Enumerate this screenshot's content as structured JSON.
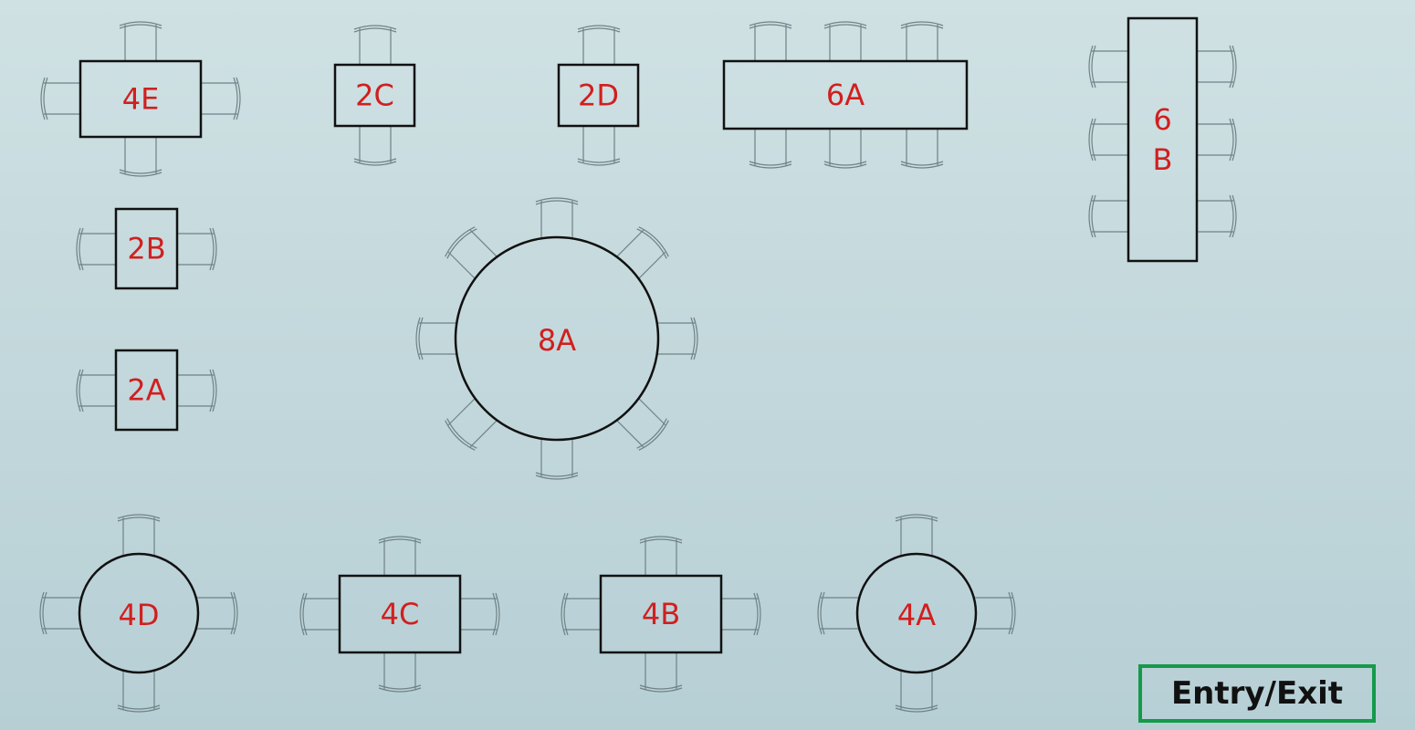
{
  "colors": {
    "table_outline": "#111111",
    "label": "#d11f1f",
    "chair": "#6f8286",
    "entry_border": "#169a4a"
  },
  "tables": [
    {
      "id": "4E",
      "label": "4E",
      "shape": "rect",
      "seats": 4
    },
    {
      "id": "2C",
      "label": "2C",
      "shape": "rect",
      "seats": 2
    },
    {
      "id": "2D",
      "label": "2D",
      "shape": "rect",
      "seats": 2
    },
    {
      "id": "6A",
      "label": "6A",
      "shape": "rect",
      "seats": 6
    },
    {
      "id": "6B",
      "label": "6\nB",
      "shape": "rect",
      "seats": 6
    },
    {
      "id": "2B",
      "label": "2B",
      "shape": "rect",
      "seats": 2
    },
    {
      "id": "2A",
      "label": "2A",
      "shape": "rect",
      "seats": 2
    },
    {
      "id": "8A",
      "label": "8A",
      "shape": "circle",
      "seats": 8
    },
    {
      "id": "4D",
      "label": "4D",
      "shape": "circle",
      "seats": 4
    },
    {
      "id": "4C",
      "label": "4C",
      "shape": "rect",
      "seats": 4
    },
    {
      "id": "4B",
      "label": "4B",
      "shape": "rect",
      "seats": 4
    },
    {
      "id": "4A",
      "label": "4A",
      "shape": "circle",
      "seats": 4
    }
  ],
  "entry_exit": {
    "label": "Entry/Exit"
  }
}
